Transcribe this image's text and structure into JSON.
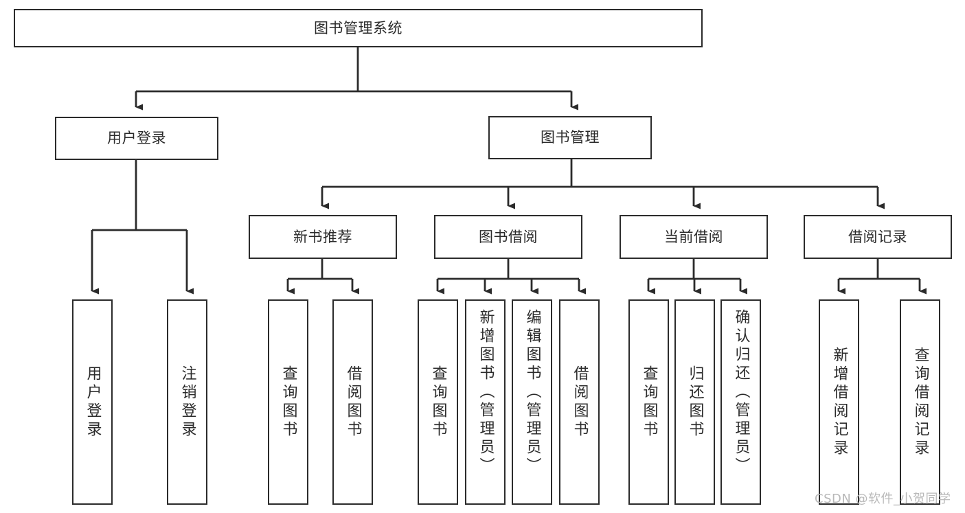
{
  "diagram": {
    "title": "图书管理系统",
    "type": "tree-hierarchy",
    "root": {
      "label": "图书管理系统"
    },
    "level1": [
      {
        "label": "用户登录"
      },
      {
        "label": "图书管理"
      }
    ],
    "level2": [
      {
        "label": "新书推荐",
        "parent": "图书管理"
      },
      {
        "label": "图书借阅",
        "parent": "图书管理"
      },
      {
        "label": "当前借阅",
        "parent": "图书管理"
      },
      {
        "label": "借阅记录",
        "parent": "图书管理"
      }
    ],
    "leaves": {
      "user_login": [
        {
          "label": "用户登录"
        },
        {
          "label": "注销登录"
        }
      ],
      "new_book_recommend": [
        {
          "label": "查询图书"
        },
        {
          "label": "借阅图书"
        }
      ],
      "book_borrow": [
        {
          "label": "查询图书"
        },
        {
          "label": "新增图书（管理员）"
        },
        {
          "label": "编辑图书（管理员）"
        },
        {
          "label": "借阅图书"
        }
      ],
      "current_borrow": [
        {
          "label": "查询图书"
        },
        {
          "label": "归还图书"
        },
        {
          "label": "确认归还（管理员）"
        }
      ],
      "borrow_record": [
        {
          "label": "新增借阅记录"
        },
        {
          "label": "查询借阅记录"
        }
      ]
    }
  },
  "watermark": {
    "text": "CSDN @软件_小贺同学"
  },
  "colors": {
    "stroke": "#2b2b2b",
    "background": "#ffffff",
    "text": "#2b2b2b",
    "watermark": "#b9b9b9"
  }
}
